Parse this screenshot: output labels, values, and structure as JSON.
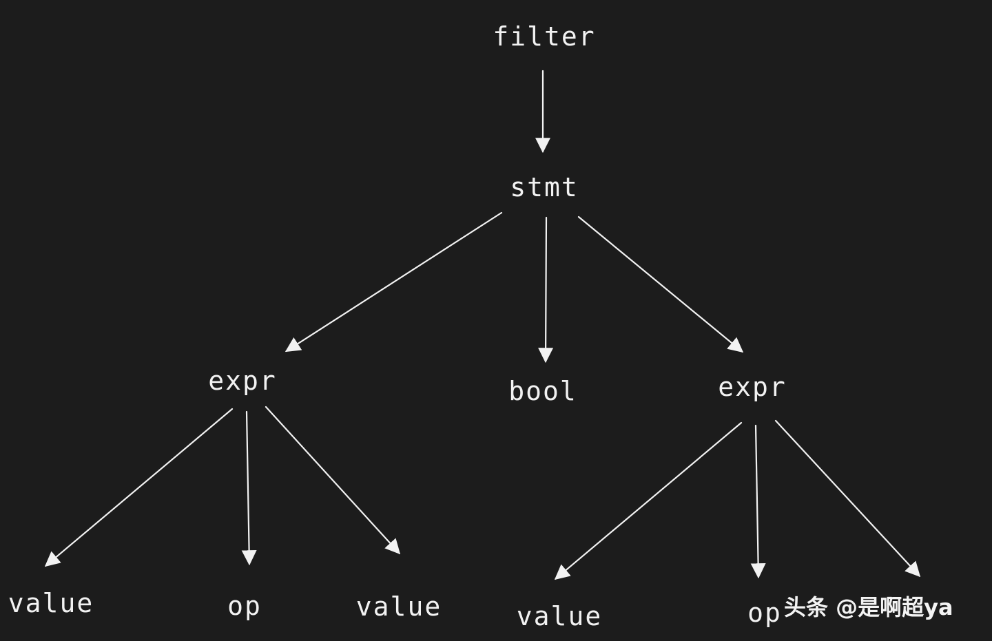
{
  "colors": {
    "background": "#1c1c1c",
    "foreground": "#f2f2f2"
  },
  "nodes": {
    "filter": "filter",
    "stmt": "stmt",
    "expr_left": "expr",
    "bool": "bool",
    "expr_right": "expr",
    "value_ll": "value",
    "op_l": "op",
    "value_lr": "value",
    "value_rl": "value",
    "op_r": "op"
  },
  "edges": [
    {
      "from": "filter",
      "to": "stmt"
    },
    {
      "from": "stmt",
      "to": "expr_left"
    },
    {
      "from": "stmt",
      "to": "bool"
    },
    {
      "from": "stmt",
      "to": "expr_right"
    },
    {
      "from": "expr_left",
      "to": "value_ll"
    },
    {
      "from": "expr_left",
      "to": "op_l"
    },
    {
      "from": "expr_left",
      "to": "value_lr"
    },
    {
      "from": "expr_right",
      "to": "value_rl"
    },
    {
      "from": "expr_right",
      "to": "op_r"
    },
    {
      "from": "expr_right",
      "to": "value_rr"
    }
  ],
  "watermark": "头条 @是啊超ya"
}
